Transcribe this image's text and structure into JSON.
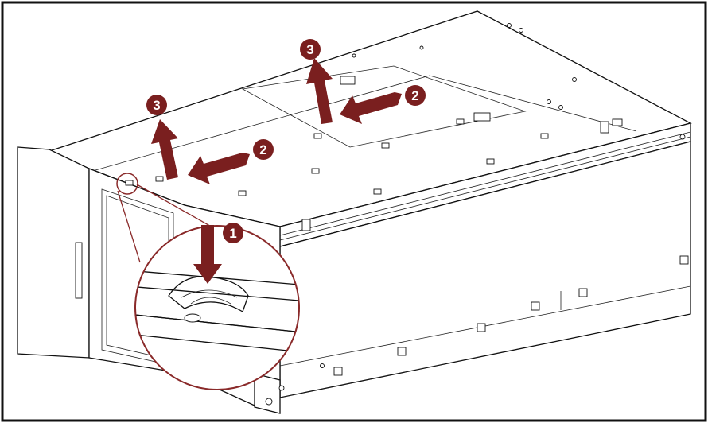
{
  "colors": {
    "arrow": "#7a1f1f",
    "badge": "#7a1f1f",
    "badge_text": "#ffffff",
    "line": "#111111",
    "frame": "#111111",
    "callout_ring": "#8a2a2a"
  },
  "steps": [
    {
      "id": "press-latch",
      "number": "1",
      "direction": "down"
    },
    {
      "id": "slide-left-cover-back",
      "number": "2",
      "direction": "back"
    },
    {
      "id": "slide-right-cover-back",
      "number": "2",
      "direction": "back"
    },
    {
      "id": "lift-left-cover",
      "number": "3",
      "direction": "up"
    },
    {
      "id": "lift-right-cover",
      "number": "3",
      "direction": "up"
    }
  ]
}
